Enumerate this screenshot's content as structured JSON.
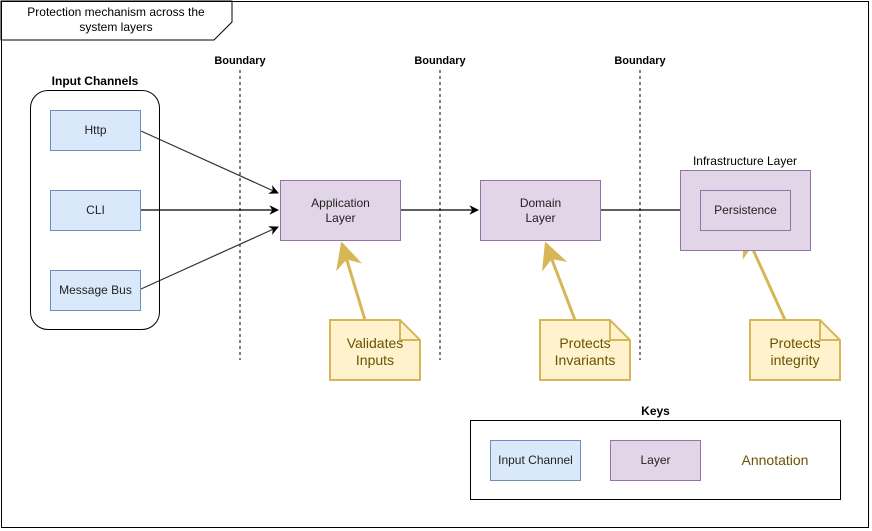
{
  "title": "Protection mechanism across the system layers",
  "boundaries": [
    "Boundary",
    "Boundary",
    "Boundary"
  ],
  "input_channels": {
    "label": "Input Channels",
    "items": [
      "Http",
      "CLI",
      "Message Bus"
    ]
  },
  "layers": {
    "application": "Application Layer",
    "domain": "Domain Layer",
    "infrastructure": "Infrastructure Layer",
    "persistence": "Persistence"
  },
  "annotations": {
    "validates": "Validates Inputs",
    "invariants": "Protects Invariants",
    "integrity": "Protects integrity"
  },
  "keys": {
    "title": "Keys",
    "input_channel": "Input Channel",
    "layer": "Layer",
    "annotation": "Annotation"
  },
  "colors": {
    "input_channel_fill": "#dae8fc",
    "input_channel_stroke": "#6c8ebf",
    "layer_fill": "#e1d5e7",
    "layer_stroke": "#9673a6",
    "annotation_fill": "#fff2cc",
    "annotation_stroke": "#d6b656"
  }
}
